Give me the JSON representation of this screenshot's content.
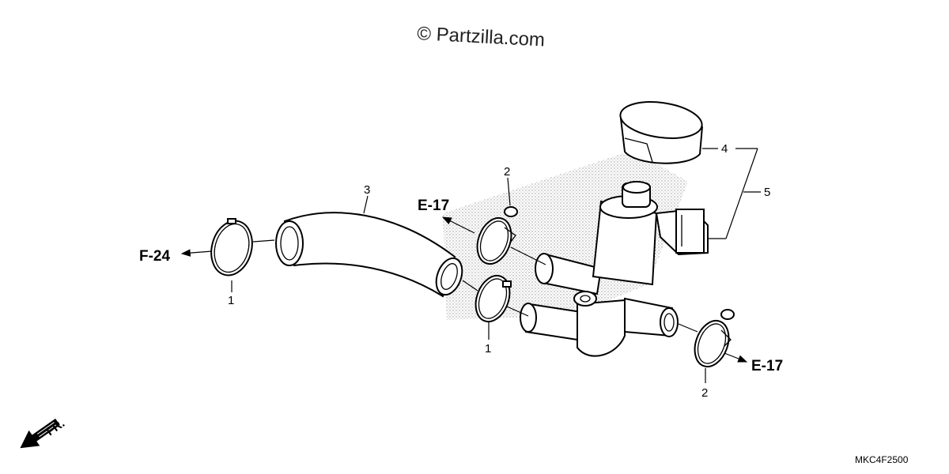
{
  "watermark": "© Partzilla.com",
  "diagram_code": "MKC4F2500",
  "direction_label": "FR.",
  "callouts": {
    "c1a": "1",
    "c1b": "1",
    "c2a": "2",
    "c2b": "2",
    "c3": "3",
    "c4": "4",
    "c5": "5"
  },
  "references": {
    "f24": "F-24",
    "e17a": "E-17",
    "e17b": "E-17"
  }
}
